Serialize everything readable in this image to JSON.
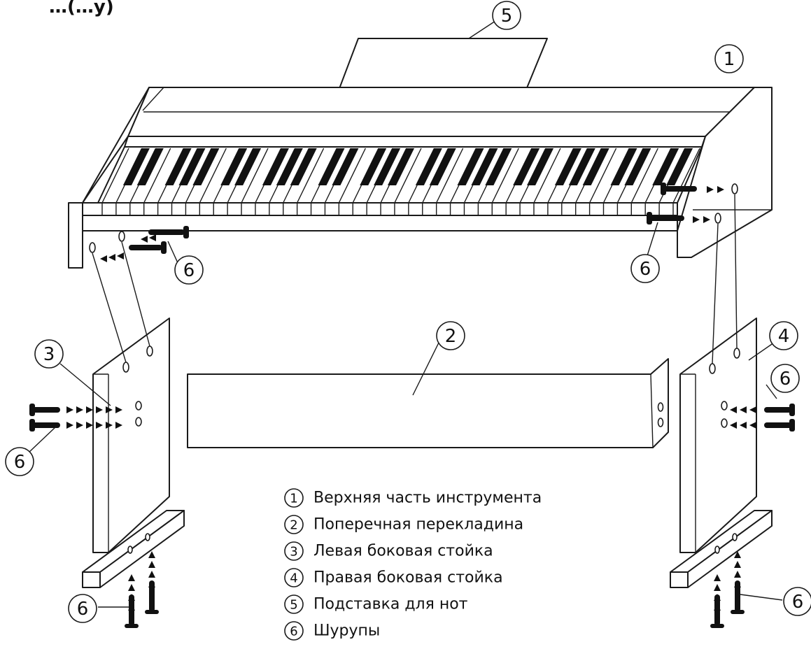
{
  "title": "…(…у)",
  "callouts": [
    "1",
    "2",
    "3",
    "4",
    "5",
    "6",
    "6",
    "6",
    "6",
    "6",
    "6",
    "6"
  ],
  "legend": [
    {
      "num": "1",
      "label": "Верхняя часть инструмента"
    },
    {
      "num": "2",
      "label": "Поперечная перекладина"
    },
    {
      "num": "3",
      "label": "Левая боковая стойка"
    },
    {
      "num": "4",
      "label": "Правая боковая стойка"
    },
    {
      "num": "5",
      "label": "Подставка для нот"
    },
    {
      "num": "6",
      "label": "Шурупы"
    }
  ]
}
